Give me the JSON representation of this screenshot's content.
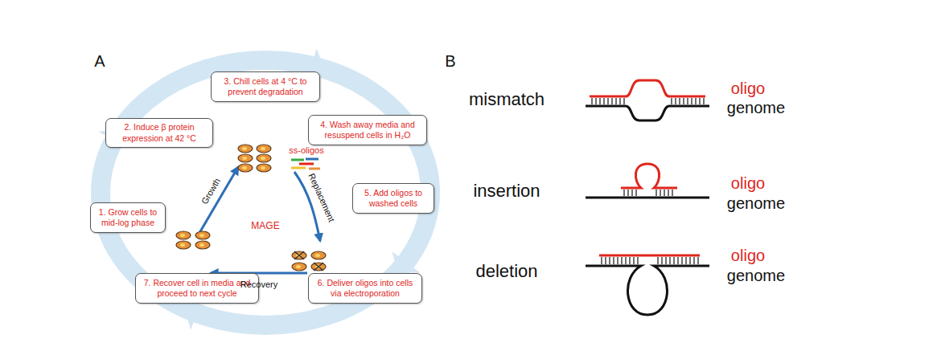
{
  "diagram": {
    "nodes": [
      {
        "text": [
          "1. Grow cells to mid-log phase"
        ]
      },
      {
        "text": [
          "2. Induce β protein expression at 42 °C"
        ]
      },
      {
        "text": [
          "3. Chill cells at 4 °C to prevent degradation"
        ]
      },
      {
        "text": [
          "4. Wash away media and resuspend cells in H₂O"
        ]
      },
      {
        "text": [
          "5. Add oligos to washed cells"
        ]
      },
      {
        "text": [
          "6. Deliver oligos into cells via electroporation"
        ]
      },
      {
        "text": [
          "7. Recover cell in media and proceed to next cycle"
        ]
      }
    ],
    "labels": [
      "A",
      "MAGE",
      "Growth",
      "Replacement",
      "Recovery",
      "ss-oligos",
      "B",
      "mismatch",
      "oligo",
      "genome",
      "insertion",
      "oligo",
      "genome",
      "deletion",
      "oligo",
      "genome"
    ]
  }
}
